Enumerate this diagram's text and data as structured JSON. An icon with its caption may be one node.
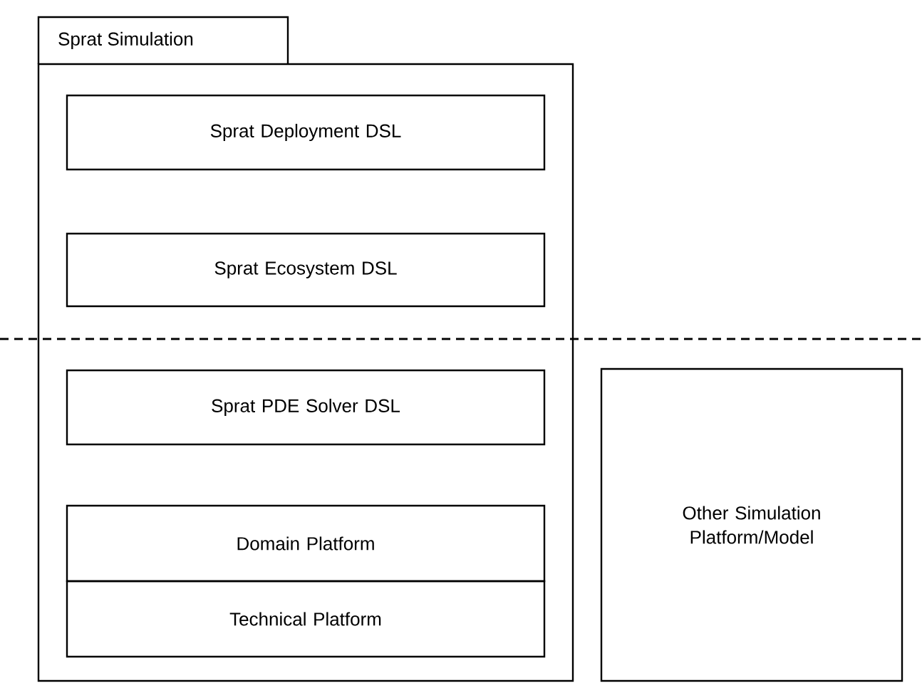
{
  "diagram": {
    "nodes": [
      {
        "text": [
          "Sprat Simulation"
        ]
      },
      {
        "text": [
          "Sprat Deployment DSL"
        ],
        "in": 0
      },
      {
        "text": [
          "Sprat Ecosystem DSL"
        ],
        "in": 0
      },
      {
        "text": [
          "Sprat PDE Solver DSL"
        ],
        "in": 0
      },
      {
        "text": [
          "Domain Platform"
        ],
        "in": 0
      },
      {
        "text": [
          "Technical Platform"
        ],
        "in": 0
      },
      {
        "text": [
          "Other Simulation Platform/Model"
        ]
      }
    ]
  }
}
